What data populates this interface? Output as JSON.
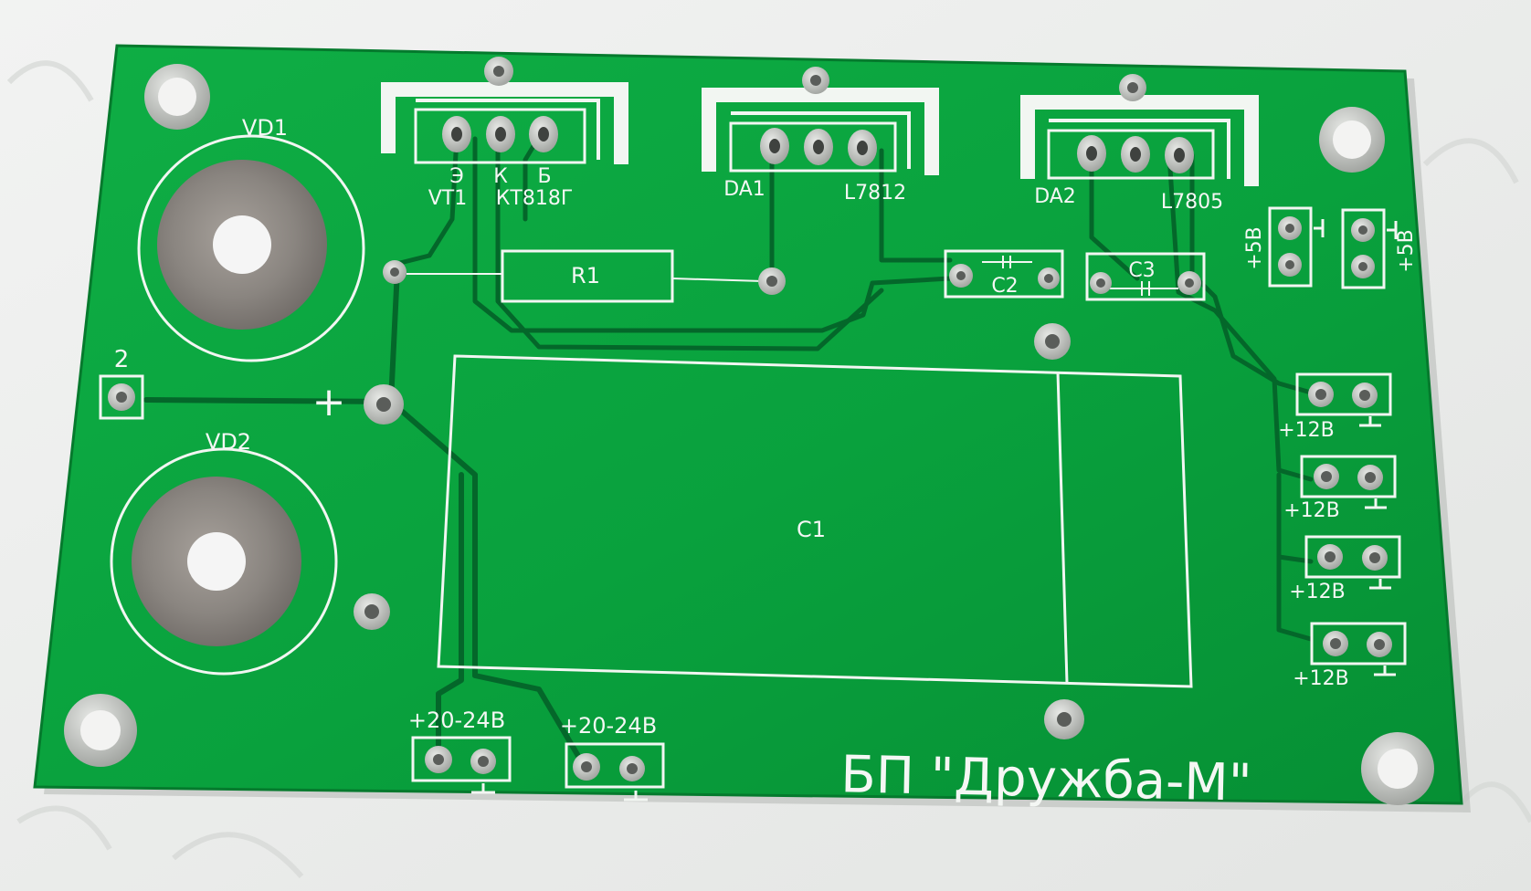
{
  "board": {
    "title": "БП \"Дружба-М\"",
    "colors": {
      "solder_mask": "#0aa33e",
      "solder_mask_dark": "#068a32",
      "trace": "#04672a",
      "silkscreen": "#f4f7f4",
      "pad_silver": "#c9cbc8",
      "heatsink_metal": "#8a8580",
      "paper": "#eceeec"
    }
  },
  "components": {
    "vd1": "VD1",
    "vd2": "VD2",
    "vt1_pins": {
      "e": "Э",
      "k": "К",
      "b": "Б"
    },
    "vt1": "VT1",
    "vt1_type": "КТ818Г",
    "r1": "R1",
    "da1": "DA1",
    "da1_type": "L7812",
    "da2": "DA2",
    "da2_type": "L7805",
    "c1": "C1",
    "c2": "C2",
    "c3": "C3",
    "pad2": "2",
    "plus": "+"
  },
  "connectors": {
    "in_left": "+20-24В",
    "in_right": "+20-24В",
    "out5_a": "+5В",
    "out5_b": "+5В",
    "out12_1": "+12В",
    "out12_2": "+12В",
    "out12_3": "+12В",
    "out12_4": "+12В"
  }
}
